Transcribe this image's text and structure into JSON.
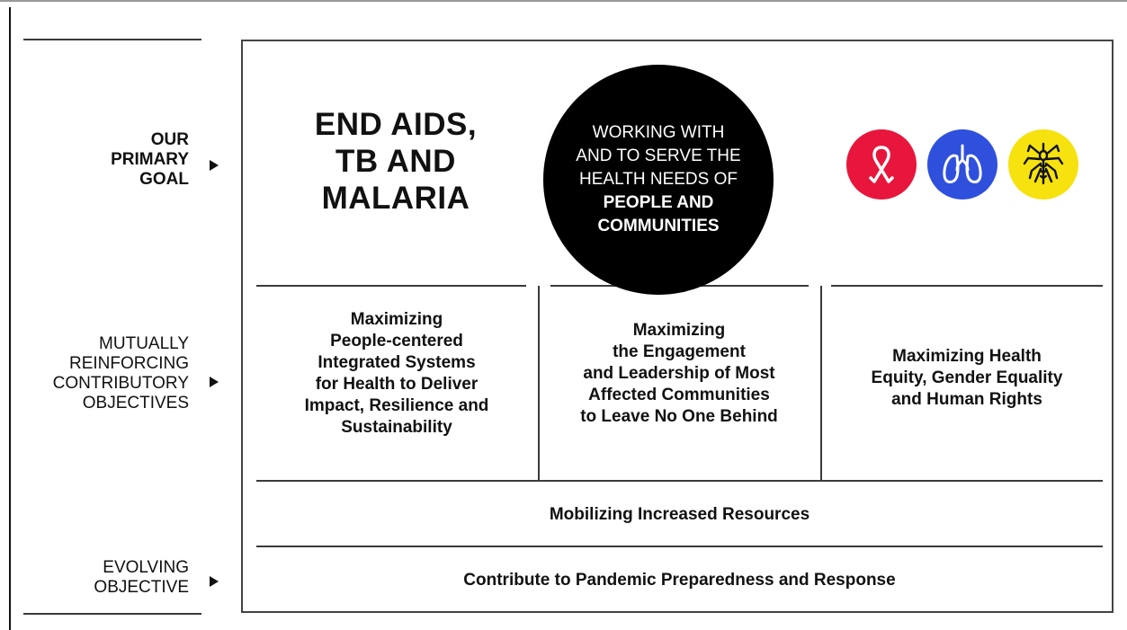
{
  "row_labels": {
    "primary_goal": [
      "OUR",
      "PRIMARY",
      "GOAL"
    ],
    "contributory": [
      "MUTUALLY",
      "REINFORCING",
      "CONTRIBUTORY",
      "OBJECTIVES"
    ],
    "evolving": [
      "EVOLVING",
      "OBJECTIVE"
    ]
  },
  "goal": {
    "title_lines": [
      "END AIDS,",
      "TB AND",
      "MALARIA"
    ]
  },
  "circle": {
    "lines": [
      "WORKING WITH",
      "AND TO SERVE THE",
      "HEALTH NEEDS OF"
    ],
    "strong_lines": [
      "PEOPLE AND",
      "COMMUNITIES"
    ]
  },
  "icons": [
    {
      "name": "aids-ribbon-icon",
      "color": "#e8163c"
    },
    {
      "name": "lungs-icon",
      "color": "#2f50dd"
    },
    {
      "name": "mosquito-icon",
      "color": "#f5e20f"
    }
  ],
  "objectives": [
    {
      "lines": [
        "Maximizing",
        "People-centered",
        "Integrated Systems",
        "for Health to Deliver",
        "Impact, Resilience and",
        "Sustainability"
      ]
    },
    {
      "lines": [
        "Maximizing",
        "the Engagement",
        "and Leadership of Most",
        "Affected Communities",
        "to Leave No One Behind"
      ]
    },
    {
      "lines": [
        "Maximizing Health",
        "Equity, Gender Equality",
        "and Human Rights"
      ]
    }
  ],
  "bands": {
    "resources": "Mobilizing Increased Resources",
    "pandemic": "Contribute to Pandemic Preparedness and Response"
  }
}
